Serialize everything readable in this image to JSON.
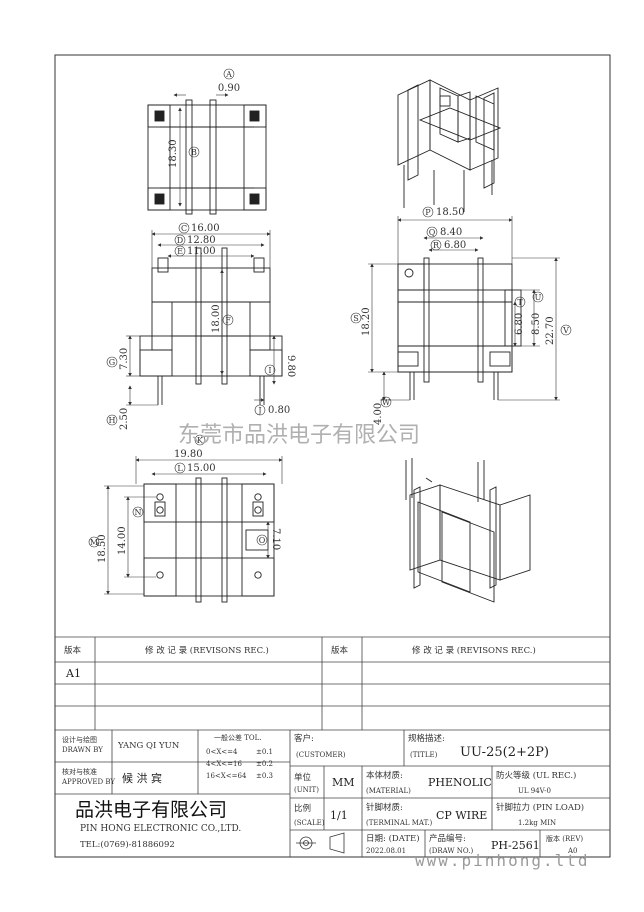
{
  "dimensions": {
    "A": {
      "letter": "A",
      "value": "0.90"
    },
    "B": {
      "letter": "B",
      "value": "18.30"
    },
    "C": {
      "letter": "C",
      "value": "16.00"
    },
    "D": {
      "letter": "D",
      "value": "12.80"
    },
    "E": {
      "letter": "E",
      "value": "11.00"
    },
    "F": {
      "letter": "F",
      "value": "18.00"
    },
    "G": {
      "letter": "G",
      "value": "7.30"
    },
    "H": {
      "letter": "H",
      "value": "2.50"
    },
    "I": {
      "letter": "I",
      "value": "9.80"
    },
    "J": {
      "letter": "J",
      "value": "0.80"
    },
    "K": {
      "letter": "K",
      "value": "19.80"
    },
    "L": {
      "letter": "L",
      "value": "15.00"
    },
    "M": {
      "letter": "M",
      "value": "18.50"
    },
    "N": {
      "letter": "N",
      "value": "14.00"
    },
    "O": {
      "letter": "O",
      "value": "7.10"
    },
    "P": {
      "letter": "P",
      "value": "18.50"
    },
    "Q": {
      "letter": "Q",
      "value": "8.40"
    },
    "R": {
      "letter": "R",
      "value": "6.80"
    },
    "S": {
      "letter": "S",
      "value": "18.20"
    },
    "T": {
      "letter": "T",
      "value": "6.80"
    },
    "U": {
      "letter": "U",
      "value": "8.50"
    },
    "V": {
      "letter": "V",
      "value": "22.70"
    },
    "W": {
      "letter": "W",
      "value": "4.00"
    }
  },
  "watermark": {
    "cn": "东莞市品洪电子有限公司",
    "url": "www.pinhong.ltd"
  },
  "revisions": {
    "col1": "版本",
    "col2": "修 改 记 录 (REVISONS REC.)",
    "col3": "版本",
    "col4": "修 改 记 录 (REVISONS REC.)",
    "row1_version": "A1"
  },
  "title_block": {
    "drawn_by_cn": "设计与绘图",
    "drawn_by_en": "DRAWN BY",
    "drawn_by_value": "YANG QI YUN",
    "approved_cn": "核对与核准",
    "approved_en": "APPROVED BY",
    "approved_value": "候 洪 宾",
    "tol_title": "一般公差 TOL.",
    "tol_rows": [
      {
        "range": "0<X<=4",
        "val": "±0.1"
      },
      {
        "range": "4<X<=16",
        "val": "±0.2"
      },
      {
        "range": "16<X<=64",
        "val": "±0.3"
      }
    ],
    "customer_cn": "客户:",
    "customer_en": "(CUSTOMER)",
    "title_cn": "规格描述:",
    "title_en": "(TITLE)",
    "title_value": "UU-25(2+2P)",
    "unit_cn": "单位",
    "unit_en": "(UNIT)",
    "unit_value": "MM",
    "material_cn": "本体材质:",
    "material_en": "(MATERIAL)",
    "material_value": "PHENOLIC",
    "ul_cn": "防火等级 (UL REC.)",
    "ul_value": "UL 94V-0",
    "scale_cn": "比例",
    "scale_en": "(SCALE)",
    "scale_value": "1/1",
    "terminal_cn": "针脚材质:",
    "terminal_en": "(TERMINAL MAT.)",
    "terminal_value": "CP WIRE",
    "pinload_cn": "针脚拉力 (PIN LOAD)",
    "pinload_value": "1.2kg MIN",
    "company_cn": "品洪电子有限公司",
    "company_en": "PIN HONG ELECTRONIC CO.,LTD.",
    "tel": "TEL:(0769)-81886092",
    "date_cn": "日期: (DATE)",
    "date_value": "2022.08.01",
    "drawno_cn": "产品编号:",
    "drawno_en": "(DRAW NO.)",
    "drawno_value": "PH-2561",
    "rev_cn": "版本 (REV)",
    "rev_value": "A0"
  }
}
